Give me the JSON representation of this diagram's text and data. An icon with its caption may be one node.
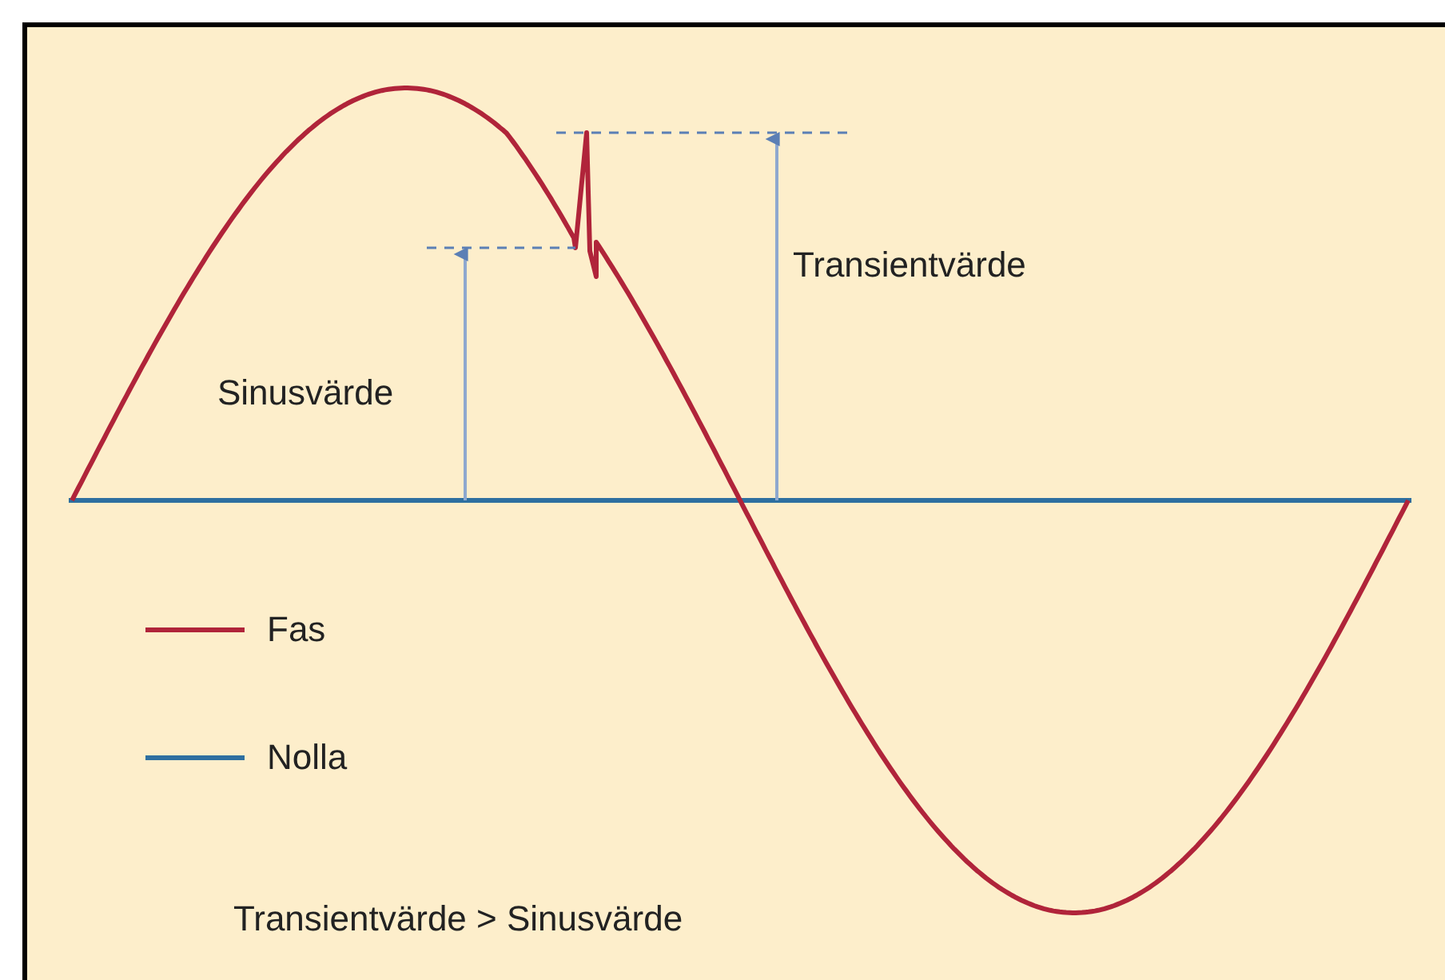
{
  "diagram": {
    "labels": [
      "Transientvärde",
      "Sinusvärde",
      "Transientvärde > Sinusvärde"
    ],
    "legend": [
      {
        "text": "Fas"
      },
      {
        "text": "Nolla"
      }
    ]
  }
}
